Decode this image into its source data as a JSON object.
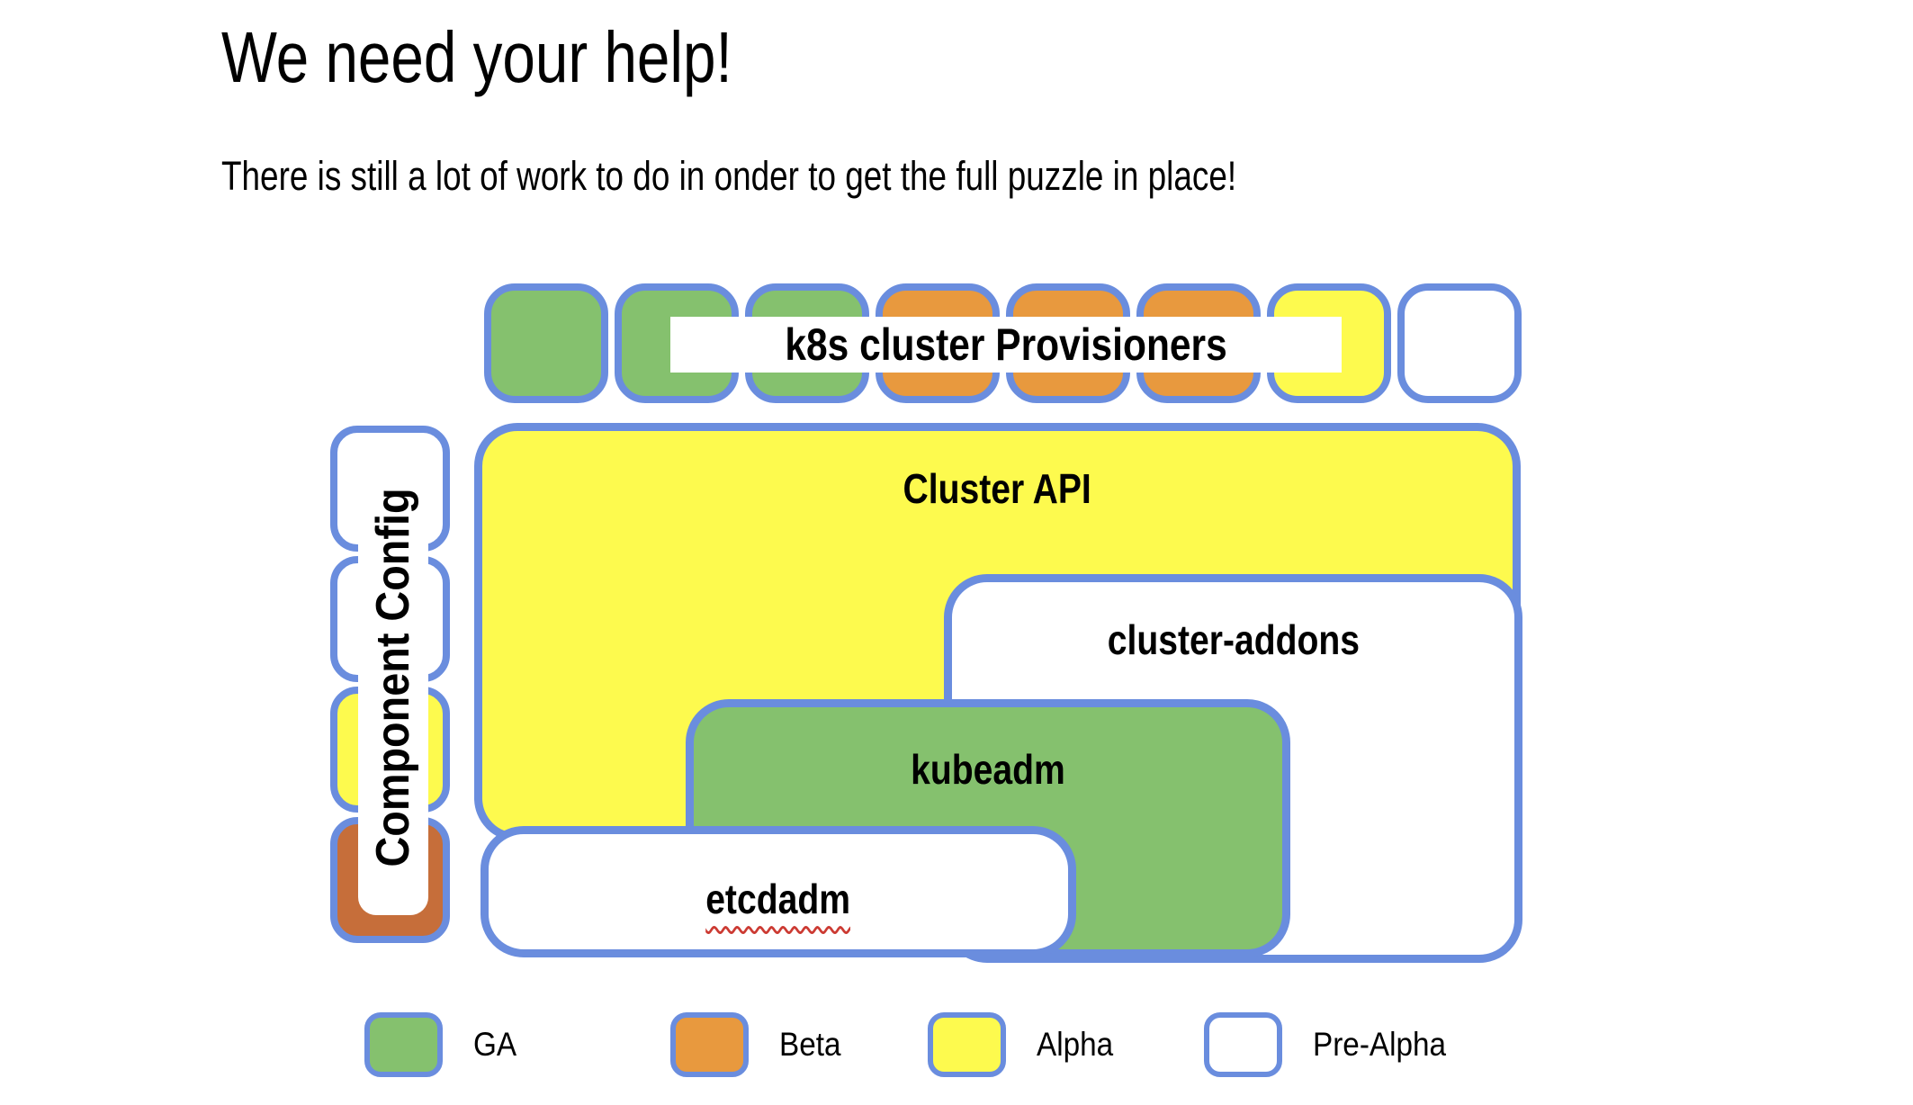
{
  "page": {
    "title": "We need your help!",
    "subtitle": "There is still a lot of work to do in onder to get the full puzzle in place!"
  },
  "colors": {
    "border_blue": "#6a8dde",
    "ga_green": "#85c16e",
    "beta_orange": "#e8993e",
    "beta_dark_orange": "#c66e3a",
    "alpha_yellow": "#fdfa4e",
    "pre_alpha_white": "#ffffff",
    "spellcheck_squiggle_red": "#cc3b33",
    "text_black": "#000000",
    "background": "#ffffff"
  },
  "diagram": {
    "provisioners_row": {
      "label": "k8s cluster Provisioners",
      "blocks": [
        {
          "status": "ga"
        },
        {
          "status": "ga"
        },
        {
          "status": "ga"
        },
        {
          "status": "beta"
        },
        {
          "status": "beta"
        },
        {
          "status": "beta"
        },
        {
          "status": "alpha"
        },
        {
          "status": "pre-alpha"
        }
      ]
    },
    "component_config": {
      "label": "Component Config",
      "blocks": [
        {
          "status": "pre-alpha"
        },
        {
          "status": "pre-alpha"
        },
        {
          "status": "alpha"
        },
        {
          "status": "beta-dark"
        }
      ]
    },
    "cluster_api": {
      "label": "Cluster API",
      "status": "alpha"
    },
    "cluster_addons": {
      "label": "cluster-addons",
      "status": "pre-alpha"
    },
    "kubeadm": {
      "label": "kubeadm",
      "status": "ga"
    },
    "etcdadm": {
      "label": "etcdadm",
      "status": "pre-alpha"
    }
  },
  "legend": {
    "items": [
      {
        "label": "GA",
        "status": "ga"
      },
      {
        "label": "Beta",
        "status": "beta"
      },
      {
        "label": "Alpha",
        "status": "alpha"
      },
      {
        "label": "Pre-Alpha",
        "status": "pre-alpha"
      }
    ]
  }
}
